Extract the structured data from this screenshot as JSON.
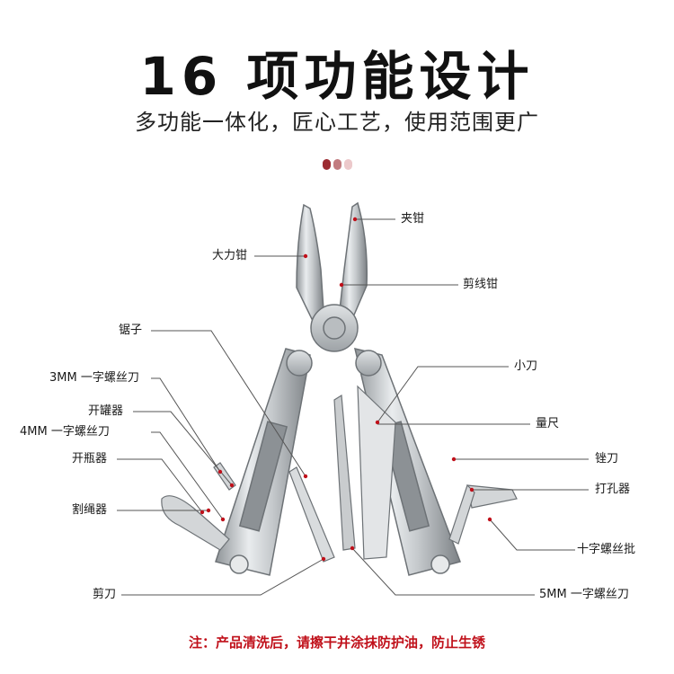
{
  "header": {
    "title": "16 项功能设计",
    "subtitle": "多功能一体化，匠心工艺，使用范围更广"
  },
  "colors": {
    "dot1": "#9c2b31",
    "dot2": "#c27c80",
    "dot3": "#ecc9cb",
    "accent": "#c0101a",
    "line": "#555555"
  },
  "labels": {
    "jia_qian": "夹钳",
    "da_li_qian": "大力钳",
    "jian_xian_qian": "剪线钳",
    "ju_zi": "锯子",
    "xiao_dao": "小刀",
    "screwdriver_3mm": "3MM 一字螺丝刀",
    "can_opener": "开罐器",
    "liang_chi": "量尺",
    "screwdriver_4mm": "4MM 一字螺丝刀",
    "bottle_opener": "开瓶器",
    "cuo_dao": "锉刀",
    "awl": "打孔器",
    "rope_cutter": "割绳器",
    "phillips_bit": "十字螺丝批",
    "scissors": "剪刀",
    "screwdriver_5mm": "5MM 一字螺丝刀"
  },
  "footer": {
    "note": "注：产品清洗后，请擦干并涂抹防护油，防止生锈"
  }
}
